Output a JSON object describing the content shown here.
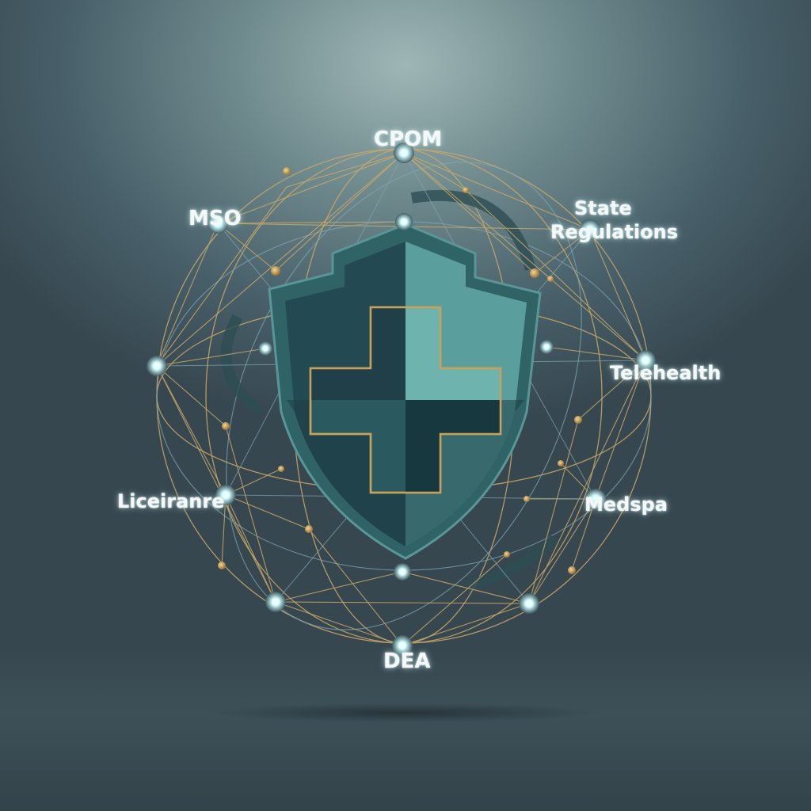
{
  "illustration": {
    "subject": "Healthcare compliance network",
    "center_icon": "shield-with-medical-cross",
    "colors": {
      "background_top": "#9fb6b6",
      "background_bottom": "#37474f",
      "shield_dark": "#1f3a42",
      "shield_light": "#6fb0ad",
      "cross_outline_gold": "#c9a25a",
      "network_lines_gold": "#c9a86a",
      "network_lines_blue": "#7fa6b3",
      "node_glow": "#e8ffff",
      "label_text": "#f4f8f8"
    }
  },
  "nodes": [
    {
      "id": "cpom",
      "label": "CPOM"
    },
    {
      "id": "mso",
      "label": "MSO"
    },
    {
      "id": "state",
      "label": "State Regulations",
      "line1": "State",
      "line2": "Regulations"
    },
    {
      "id": "telehealth",
      "label": "Telehealth"
    },
    {
      "id": "licensure",
      "label": "Liceiranre"
    },
    {
      "id": "medspa",
      "label": "Medspa"
    },
    {
      "id": "dea",
      "label": "DEA"
    }
  ]
}
